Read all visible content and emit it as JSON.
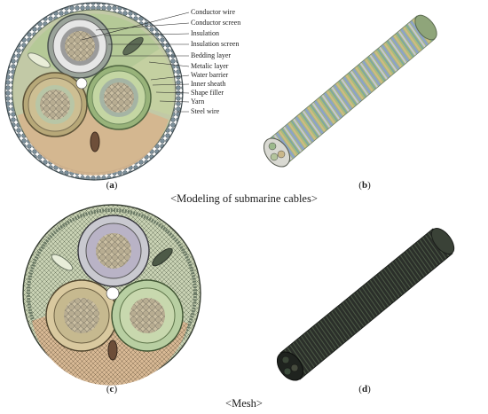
{
  "diagram": {
    "callouts": [
      "Conductor wire",
      "Conductor screen",
      "Insulation",
      "Insulation screen",
      "Bedding layer",
      "Metalic layer",
      "Water barrier",
      "Inner sheath",
      "Shape filler",
      "Yarn",
      "Steel wire"
    ],
    "panels": {
      "a": "a",
      "b": "b",
      "c": "c",
      "d": "d"
    },
    "captions": {
      "modeling": "<Modeling of submarine cables>",
      "mesh": "<Mesh>"
    },
    "colors": {
      "outer_ring": "#9fb3b4",
      "filler_green": "#a8c08c",
      "filler_tan": "#d3b48c",
      "core_screen": "#8d8d8d",
      "core_green": "#b6cf9c",
      "core_tan": "#c9b98f",
      "mesh_dark": "#2a2f2a"
    }
  }
}
